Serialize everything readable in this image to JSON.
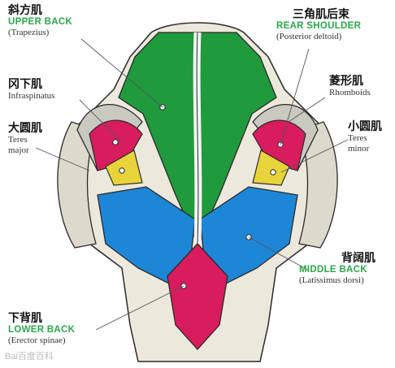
{
  "labels": {
    "upper_back": {
      "zh": "斜方肌",
      "en": "UPPER BACK",
      "latin": "(Trapezius)"
    },
    "infraspinatus": {
      "zh": "冈下肌",
      "latin": "Infraspinatus"
    },
    "teres_major": {
      "zh": "大圆肌",
      "latin": "Teres major"
    },
    "lower_back": {
      "zh": "下背肌",
      "en": "LOWER BACK",
      "latin": "(Erector spinae)"
    },
    "rear_shoulder": {
      "zh": "三角肌后束",
      "en": "REAR SHOULDER",
      "latin": "(Posterior deltoid)"
    },
    "rhomboids": {
      "zh": "菱形肌",
      "latin": "Rhomboids"
    },
    "teres_minor": {
      "zh": "小圆肌",
      "latin": "Teres minor"
    },
    "middle_back": {
      "zh": "背阔肌",
      "en": "MIDDLE BACK",
      "latin": "(Latissimus dorsi)"
    }
  },
  "watermark": "Bai百度百科",
  "colors": {
    "trapezius": "#1f9a3c",
    "latissimus": "#1e86d6",
    "red": "#d81c5d",
    "yellow": "#e8d43a",
    "deltoid": "#c9c9c2",
    "skin": "#ece8dc",
    "outline": "#2a2a2a",
    "label_green": "#2aa74a"
  }
}
